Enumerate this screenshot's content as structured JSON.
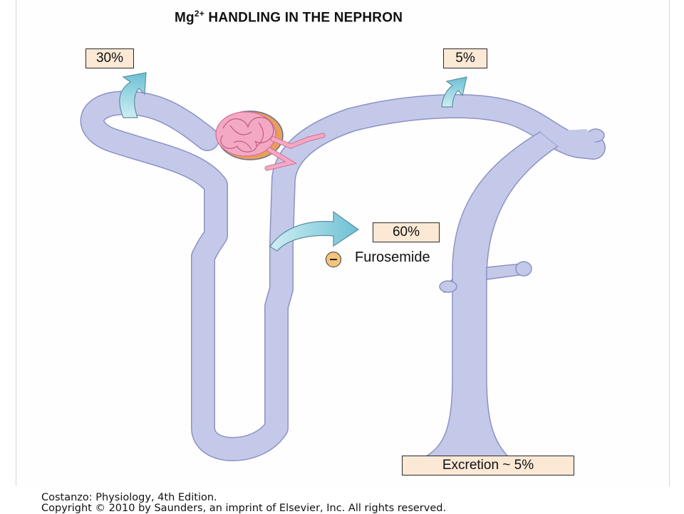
{
  "title": {
    "prefix": "Mg",
    "superscript": "2+",
    "text": " HANDLING IN THE NEPHRON"
  },
  "labels": {
    "proximal": "30%",
    "distal": "5%",
    "thick_ascending_limb": "60%",
    "drug": "Furosemide",
    "excretion": "Excretion ~ 5%"
  },
  "caption": {
    "line1": "Costanzo: Physiology, 4th Edition.",
    "line2": "Copyright © 2010 by Saunders, an imprint of Elsevier, Inc. All rights reserved."
  },
  "colors": {
    "tubule": "#c4c9ea",
    "tubule_edge": "#8c92c4",
    "glomerulus": "#f3a9c4",
    "capsule": "#e6a05a",
    "arrow": "#8fd0de",
    "box": "#fbe9d6",
    "inhibitor": "#f6c37a"
  }
}
